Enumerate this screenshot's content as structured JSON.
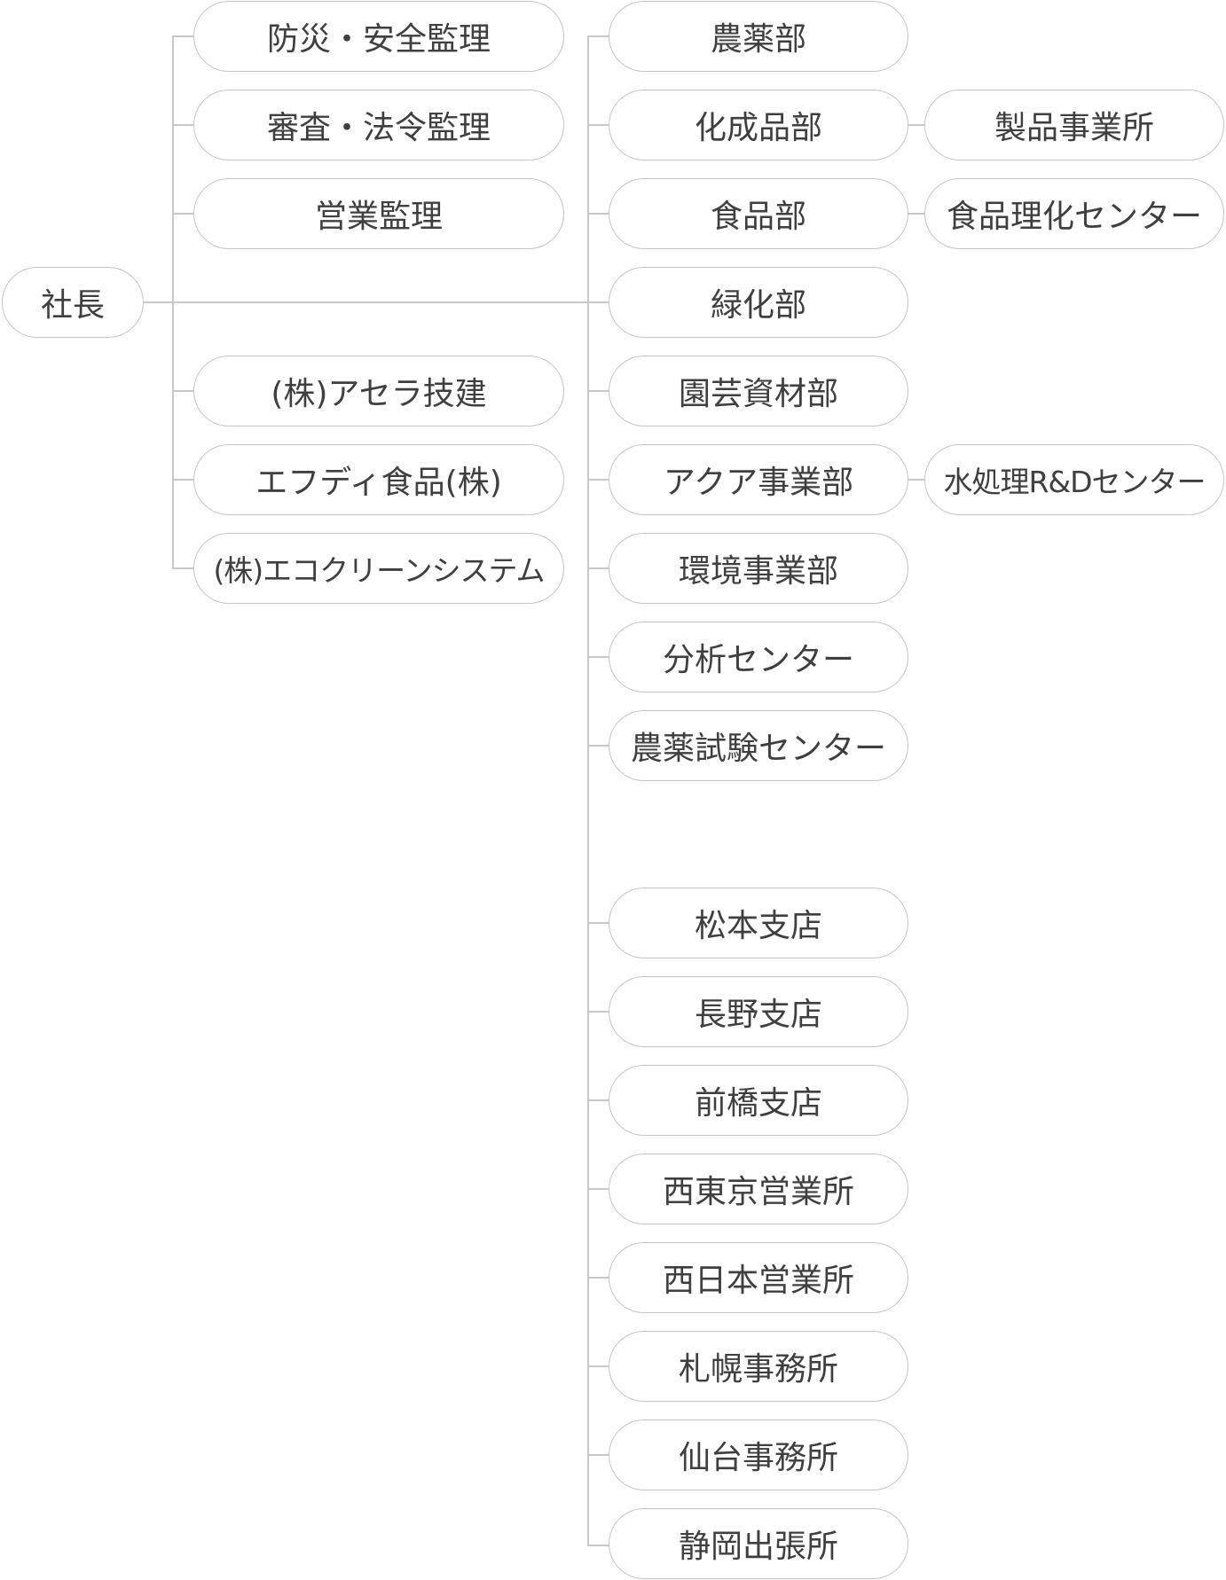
{
  "chart": {
    "root": {
      "label": "社長"
    },
    "staff": [
      {
        "label": "防災・安全監理"
      },
      {
        "label": "審査・法令監理"
      },
      {
        "label": "営業監理"
      }
    ],
    "affiliates": [
      {
        "label": "(株)アセラ技建"
      },
      {
        "label": "エフディ食品(株)"
      },
      {
        "label": "(株)エコクリーンシステム"
      }
    ],
    "departments": [
      {
        "label": "農薬部",
        "children": []
      },
      {
        "label": "化成品部",
        "children": [
          {
            "label": "製品事業所"
          }
        ]
      },
      {
        "label": "食品部",
        "children": [
          {
            "label": "食品理化センター"
          }
        ]
      },
      {
        "label": "緑化部",
        "children": []
      },
      {
        "label": "園芸資材部",
        "children": []
      },
      {
        "label": "アクア事業部",
        "children": [
          {
            "label": "水処理R&Dセンター"
          }
        ]
      },
      {
        "label": "環境事業部",
        "children": []
      },
      {
        "label": "分析センター",
        "children": []
      },
      {
        "label": "農薬試験センター",
        "children": []
      }
    ],
    "branches": [
      {
        "label": "松本支店"
      },
      {
        "label": "長野支店"
      },
      {
        "label": "前橋支店"
      },
      {
        "label": "西東京営業所"
      },
      {
        "label": "西日本営業所"
      },
      {
        "label": "札幌事務所"
      },
      {
        "label": "仙台事務所"
      },
      {
        "label": "静岡出張所"
      }
    ]
  }
}
